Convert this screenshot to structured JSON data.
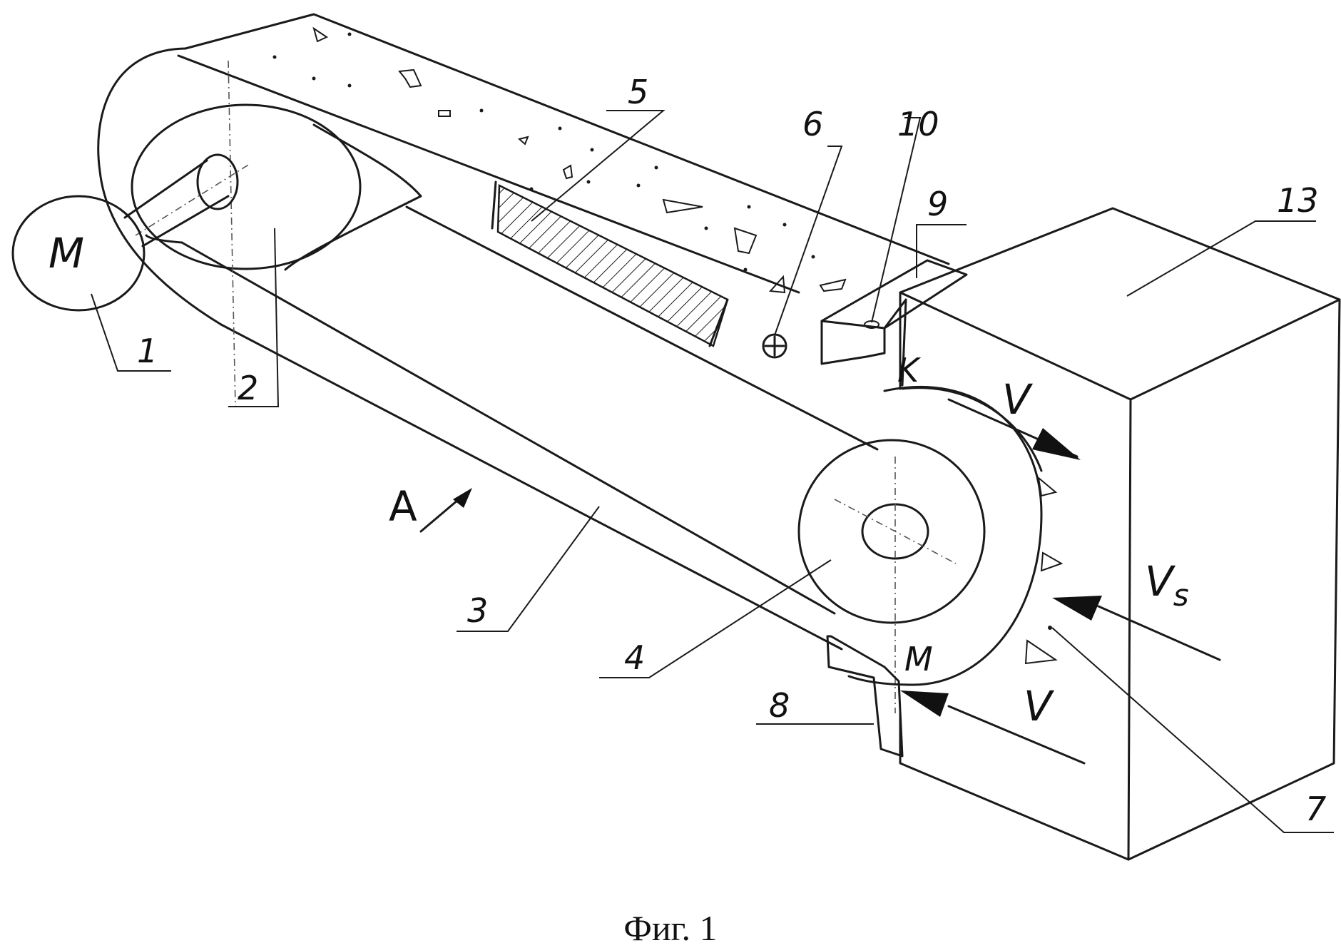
{
  "labels": {
    "motor_letter": "M",
    "n1": "1",
    "n2": "2",
    "n3": "3",
    "n4": "4",
    "n5": "5",
    "n6": "6",
    "n7": "7",
    "n8": "8",
    "n9": "9",
    "n10": "10",
    "n13": "13",
    "point_k": "K",
    "point_m": "M",
    "view_a": "A",
    "velocity_top": "V",
    "velocity_bottom": "V",
    "velocity_s_main": "V",
    "velocity_s_sub": "s"
  },
  "caption": "Фиг. 1"
}
